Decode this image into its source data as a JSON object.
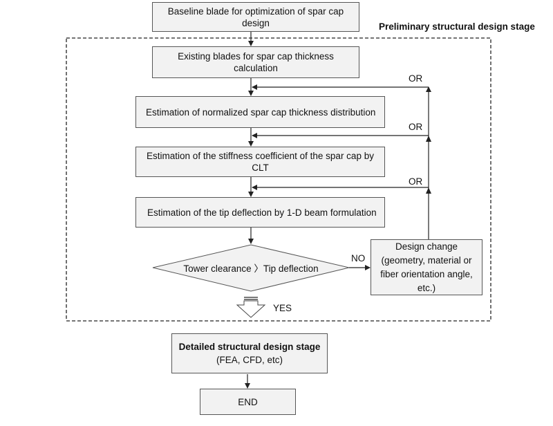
{
  "stage_label": "Preliminary structural design stage",
  "boxes": {
    "baseline": "Baseline blade for optimization of spar cap design",
    "existing": "Existing blades for spar cap thickness calculation",
    "normalized": "Estimation of normalized  spar cap thickness distribution",
    "stiffness": "Estimation of the stiffness coefficient of the spar cap by CLT",
    "tip": "Estimation of the tip deflection by 1-D beam formulation",
    "decision": "Tower clearance 〉Tip deflection",
    "design_change_1": "Design change",
    "design_change_2": "(geometry, material or",
    "design_change_3": "fiber orientation angle, etc.)",
    "detailed_1": "Detailed structural design stage",
    "detailed_2": "(FEA, CFD, etc)",
    "end": "END"
  },
  "labels": {
    "or1": "OR",
    "or2": "OR",
    "or3": "OR",
    "no": "NO",
    "yes": "YES"
  }
}
